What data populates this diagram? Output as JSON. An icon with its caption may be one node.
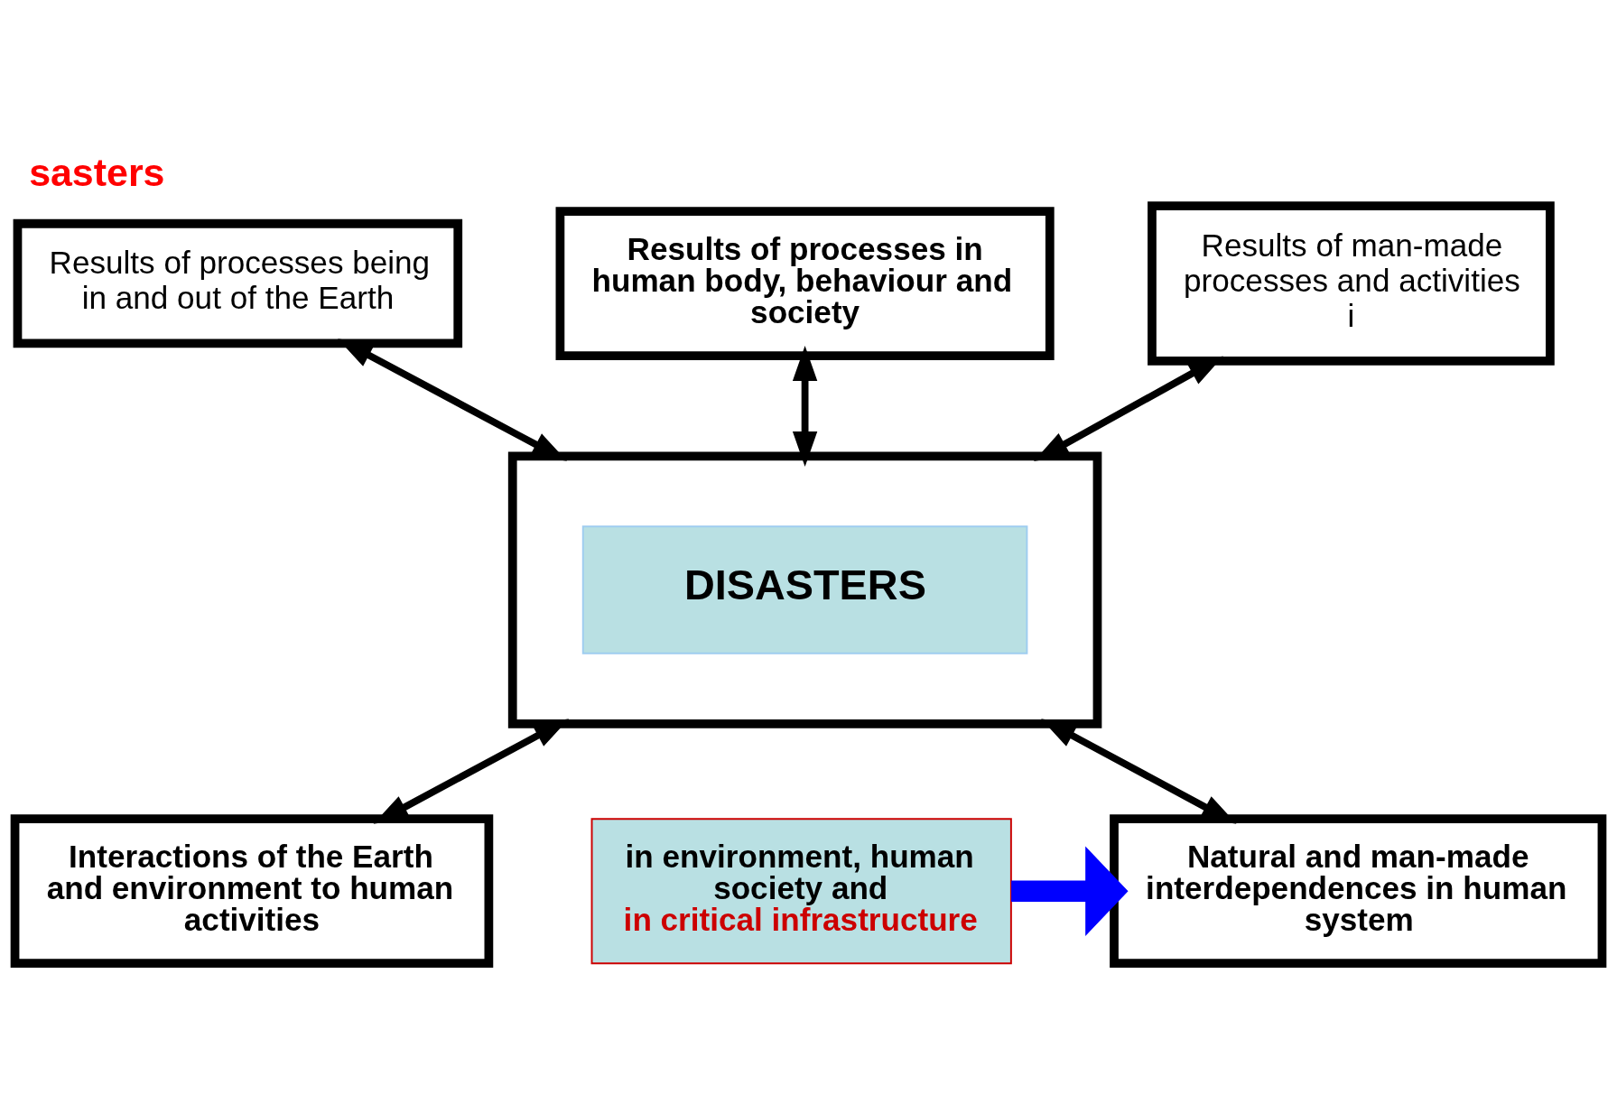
{
  "diagram": {
    "title": "sasters",
    "nodes": [
      {
        "text": [
          "Results of processes being in and out of the Earth"
        ]
      },
      {
        "text": [
          "Results of processes in human body, behaviour and society"
        ]
      },
      {
        "text": [
          "Results of man-made processes and activities",
          "i"
        ]
      },
      {
        "text": [],
        "shape": "box"
      },
      {
        "text": [
          "DISASTERS"
        ],
        "in": 3
      },
      {
        "text": [
          "Interactions of the Earth and environment to human activities"
        ]
      },
      {
        "text": [
          "in environment, human society and",
          "in critical infrastructure"
        ]
      },
      {
        "text": [
          "Natural and man-made interdependences in human system"
        ]
      }
    ],
    "edges": [
      {
        "from": 0,
        "to": 3,
        "arrow": "both"
      },
      {
        "from": 1,
        "to": 3,
        "arrow": "both"
      },
      {
        "from": 2,
        "to": 3,
        "arrow": "both"
      },
      {
        "from": 3,
        "to": 5,
        "arrow": "both"
      },
      {
        "from": 3,
        "to": 7,
        "arrow": "both"
      },
      {
        "from": 6,
        "to": 7,
        "arrow": "to",
        "style": "thick",
        "color": "#0000ff"
      }
    ]
  }
}
